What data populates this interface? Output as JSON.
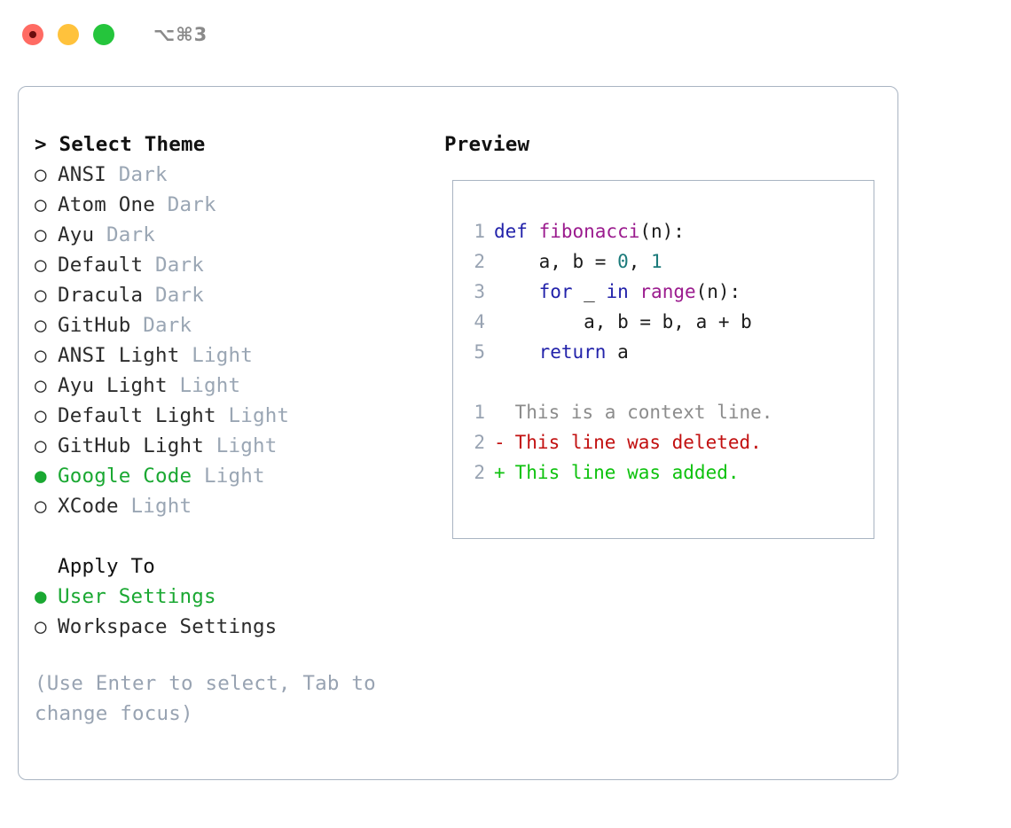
{
  "window": {
    "title": "⌥⌘3",
    "traffic_lights": [
      {
        "name": "close",
        "color": "#ff6b63"
      },
      {
        "name": "minimize",
        "color": "#ffc23c"
      },
      {
        "name": "maximize",
        "color": "#25c53c"
      }
    ]
  },
  "theme_panel": {
    "heading": "> Select Theme",
    "marker_unselected": "○",
    "marker_selected": "●",
    "items": [
      {
        "name": "ANSI",
        "variant": "Dark",
        "selected": false
      },
      {
        "name": "Atom One",
        "variant": "Dark",
        "selected": false
      },
      {
        "name": "Ayu",
        "variant": "Dark",
        "selected": false
      },
      {
        "name": "Default",
        "variant": "Dark",
        "selected": false
      },
      {
        "name": "Dracula",
        "variant": "Dark",
        "selected": false
      },
      {
        "name": "GitHub",
        "variant": "Dark",
        "selected": false
      },
      {
        "name": "ANSI Light",
        "variant": "Light",
        "selected": false
      },
      {
        "name": "Ayu Light",
        "variant": "Light",
        "selected": false
      },
      {
        "name": "Default Light",
        "variant": "Light",
        "selected": false
      },
      {
        "name": "GitHub Light",
        "variant": "Light",
        "selected": false
      },
      {
        "name": "Google Code",
        "variant": "Light",
        "selected": true
      },
      {
        "name": "XCode",
        "variant": "Light",
        "selected": false
      }
    ]
  },
  "apply_to": {
    "heading": "Apply To",
    "items": [
      {
        "label": "User Settings",
        "selected": true
      },
      {
        "label": "Workspace Settings",
        "selected": false
      }
    ]
  },
  "hint": "(Use Enter to select, Tab to change focus)",
  "preview": {
    "heading": "Preview",
    "code_lines": [
      {
        "no": "1",
        "tokens": [
          {
            "t": "def ",
            "c": "kw"
          },
          {
            "t": "fibonacci",
            "c": "fn"
          },
          {
            "t": "(n):",
            "c": "pln"
          }
        ]
      },
      {
        "no": "2",
        "tokens": [
          {
            "t": "    a, b = ",
            "c": "pln"
          },
          {
            "t": "0",
            "c": "num"
          },
          {
            "t": ", ",
            "c": "pln"
          },
          {
            "t": "1",
            "c": "num"
          }
        ]
      },
      {
        "no": "3",
        "tokens": [
          {
            "t": "    ",
            "c": "pln"
          },
          {
            "t": "for",
            "c": "kw"
          },
          {
            "t": " _ ",
            "c": "pln"
          },
          {
            "t": "in",
            "c": "kw"
          },
          {
            "t": " ",
            "c": "pln"
          },
          {
            "t": "range",
            "c": "fn"
          },
          {
            "t": "(n):",
            "c": "pln"
          }
        ]
      },
      {
        "no": "4",
        "tokens": [
          {
            "t": "        a, b = b, a + b",
            "c": "pln"
          }
        ]
      },
      {
        "no": "5",
        "tokens": [
          {
            "t": "    ",
            "c": "pln"
          },
          {
            "t": "return",
            "c": "kw"
          },
          {
            "t": " a",
            "c": "pln"
          }
        ]
      }
    ],
    "diff_lines": [
      {
        "no": "1",
        "sign": " ",
        "text": " This is a context line.",
        "kind": "ctx"
      },
      {
        "no": "2",
        "sign": "-",
        "text": " This line was deleted.",
        "kind": "del"
      },
      {
        "no": "2",
        "sign": "+",
        "text": " This line was added.",
        "kind": "add"
      }
    ]
  },
  "colors": {
    "accent_green": "#1aa832",
    "muted": "#9aa6b4",
    "border": "#a9b4c2",
    "keyword": "#2222aa",
    "function": "#9b1b8e",
    "number": "#1a7a7a",
    "diff_delete": "#c21010",
    "diff_add": "#0ec20e",
    "diff_context": "#8c8c8c"
  }
}
